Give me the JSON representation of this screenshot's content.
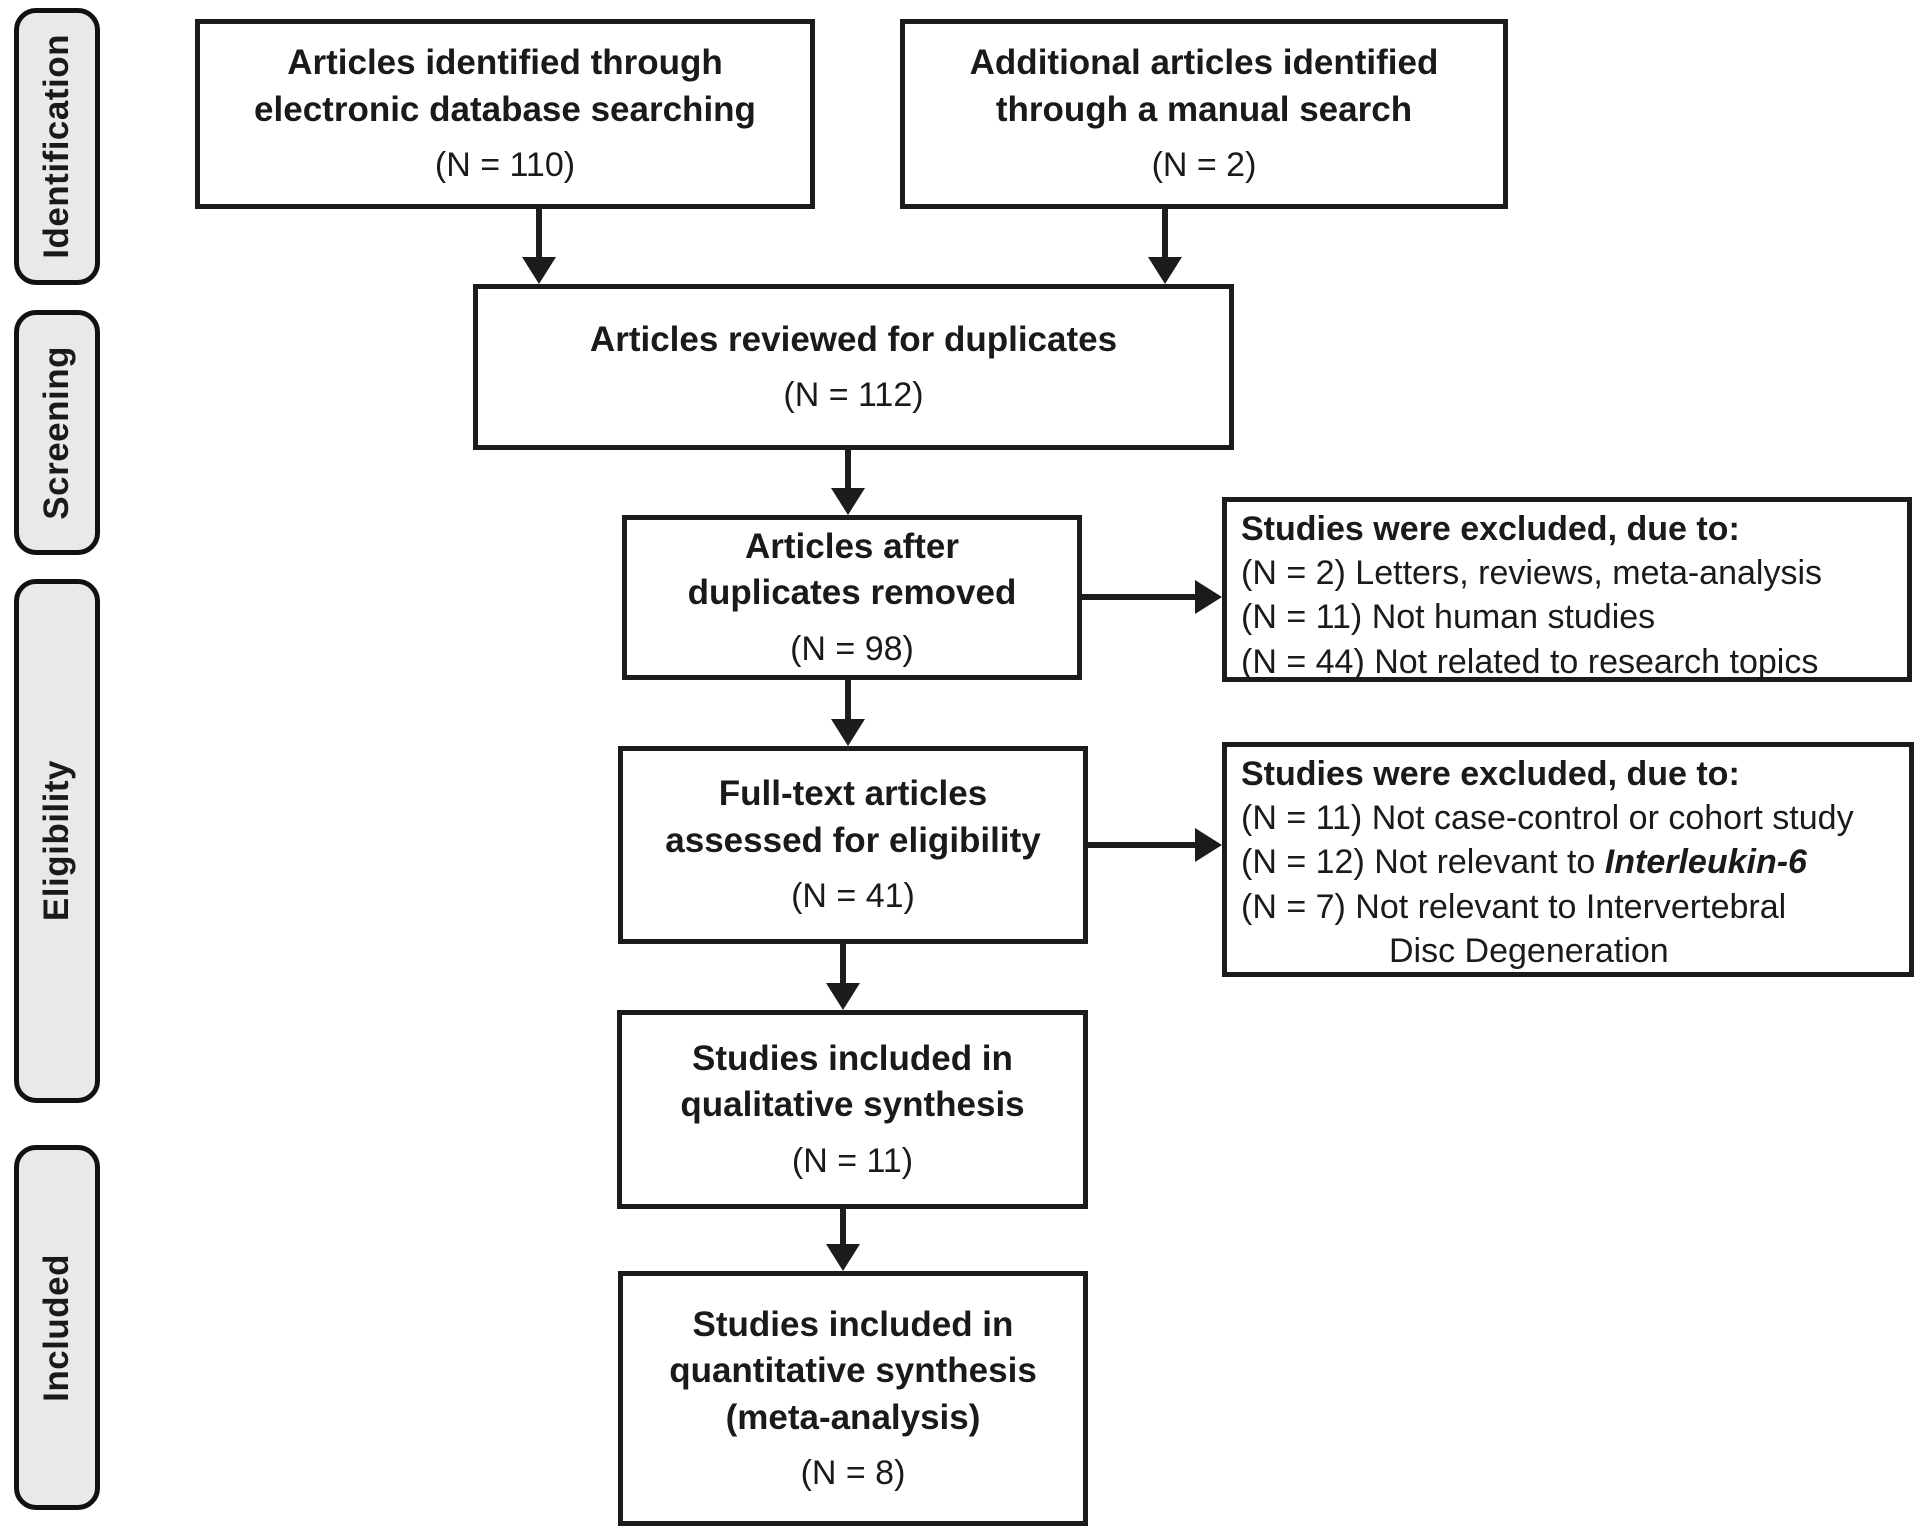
{
  "figure": {
    "kind": "PRISMA flow diagram",
    "colors": {
      "line": "#1c1c1c",
      "sidebar_fill": "#e9e9e9",
      "background": "#ffffff",
      "text": "#1a1a1a"
    }
  },
  "sidebar": {
    "stages": [
      {
        "label": "Identification"
      },
      {
        "label": "Screening"
      },
      {
        "label": "Eligibility"
      },
      {
        "label": "Included"
      }
    ]
  },
  "flow": {
    "box_database": {
      "title": "Articles identified through\nelectronic database searching",
      "count": "(N = 110)"
    },
    "box_manual": {
      "title": "Additional articles identified\nthrough a manual search",
      "count": "(N = 2)"
    },
    "box_review": {
      "title": "Articles reviewed for duplicates",
      "count": "(N = 112)"
    },
    "box_removed": {
      "title": "Articles after\nduplicates removed",
      "count": "(N = 98)"
    },
    "box_fulltext": {
      "title": "Full-text articles\nassessed for eligibility",
      "count": "(N = 41)"
    },
    "box_qualitative": {
      "title": "Studies included in\nqualitative synthesis",
      "count": "(N = 11)"
    },
    "box_quantitative": {
      "title": "Studies included in\nquantitative synthesis\n(meta-analysis)",
      "count": "(N = 8)"
    },
    "excluded_screening": {
      "heading": "Studies were excluded, due to:",
      "items": [
        "(N = 2) Letters, reviews, meta-analysis",
        "(N = 11) Not human studies",
        "(N = 44) Not related to research topics"
      ]
    },
    "excluded_eligibility": {
      "heading": "Studies were excluded, due to:",
      "item1": "(N = 11) Not case-control or cohort study",
      "item2_prefix": "(N = 12) Not relevant to ",
      "item2_emphasis": "Interleukin-6",
      "item3_line1": "(N = 7) Not relevant to Intervertebral",
      "item3_line2": "Disc Degeneration"
    }
  }
}
